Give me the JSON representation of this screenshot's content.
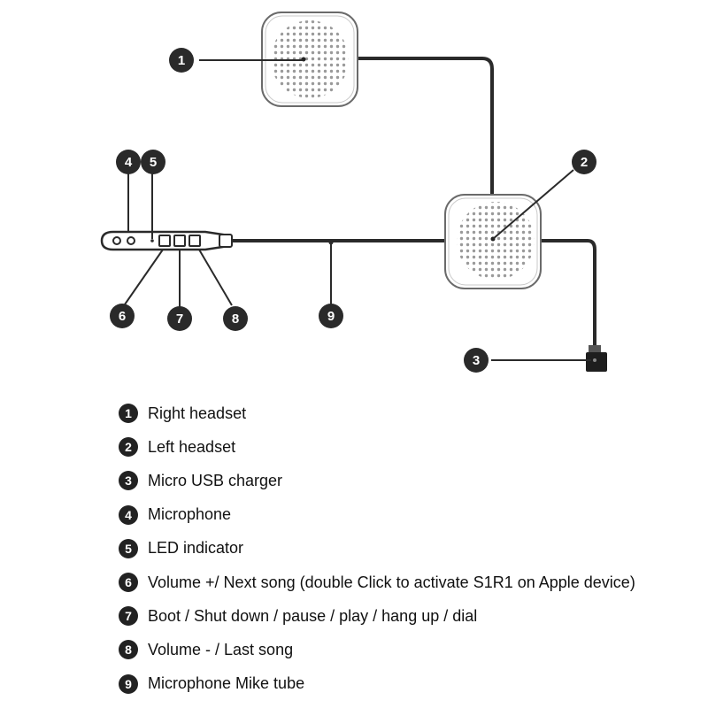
{
  "callouts": [
    "1",
    "2",
    "3",
    "4",
    "5",
    "6",
    "7",
    "8",
    "9"
  ],
  "legend": [
    {
      "num": "1",
      "text": "Right headset"
    },
    {
      "num": "2",
      "text": "Left headset"
    },
    {
      "num": "3",
      "text": "Micro USB charger"
    },
    {
      "num": "4",
      "text": "Microphone"
    },
    {
      "num": "5",
      "text": "LED indicator"
    },
    {
      "num": "6",
      "text": "Volume +/ Next song (double Click to activate S1R1 on Apple device)"
    },
    {
      "num": "7",
      "text": "Boot / Shut down / pause / play / hang up / dial"
    },
    {
      "num": "8",
      "text": "Volume - / Last song"
    },
    {
      "num": "9",
      "text": "Microphone Mike tube"
    }
  ]
}
